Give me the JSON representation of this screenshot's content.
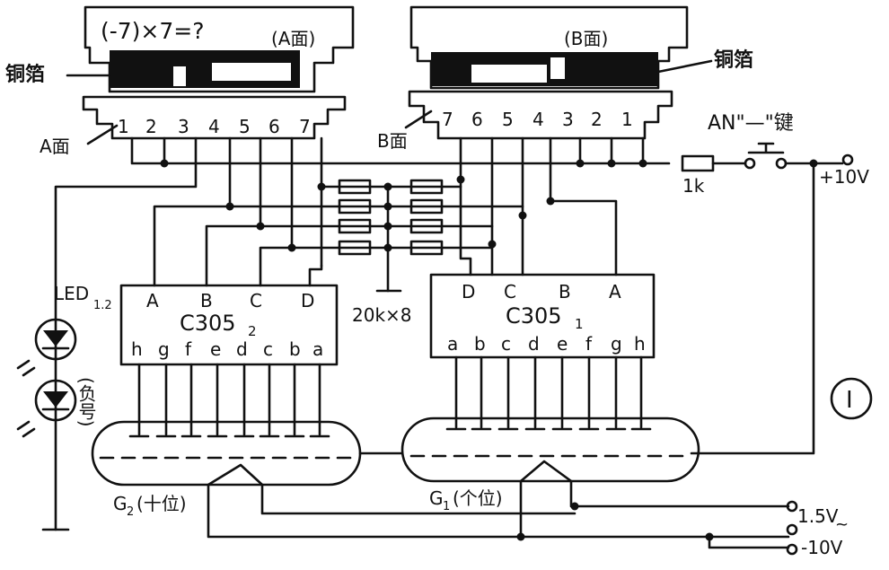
{
  "card_a": {
    "question": "(-7)×7=?",
    "face": "(A面)"
  },
  "card_b": {
    "face": "(B面)"
  },
  "foil_label_left": "铜箔",
  "foil_label_right": "铜箔",
  "socket_a": {
    "label": "A面",
    "pins": [
      "1",
      "2",
      "3",
      "4",
      "5",
      "6",
      "7"
    ]
  },
  "socket_b": {
    "label": "B面",
    "pins": [
      "7",
      "6",
      "5",
      "4",
      "3",
      "2",
      "1"
    ]
  },
  "switch_label": "AN\"—\"键",
  "resistor_1k": "1k",
  "supply_plus10": "+10V",
  "resistor_network": "20k×8",
  "led_label": "LED",
  "led_sub": "1.2",
  "minus_sign_label": "(负号)",
  "decoder_2": {
    "name": "C305",
    "sub": "2",
    "inputs": [
      "A",
      "B",
      "C",
      "D"
    ],
    "outputs": [
      "h",
      "g",
      "f",
      "e",
      "d",
      "c",
      "b",
      "a"
    ]
  },
  "decoder_1": {
    "name": "C305",
    "sub": "1",
    "inputs": [
      "D",
      "C",
      "B",
      "A"
    ],
    "outputs": [
      "a",
      "b",
      "c",
      "d",
      "e",
      "f",
      "g",
      "h"
    ]
  },
  "tube_2": {
    "label": "G",
    "sub": "2",
    "suffix": "(十位)"
  },
  "tube_1": {
    "label": "G",
    "sub": "1",
    "suffix": "(个位)"
  },
  "filament_supply": "1.5V",
  "filament_ac": "~",
  "grid_supply": "-10V",
  "figure_number": "I"
}
